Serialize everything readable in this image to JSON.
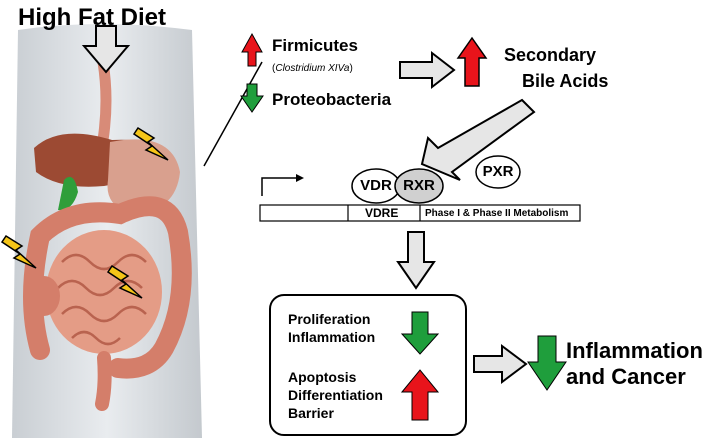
{
  "diagram": {
    "title": "High Fat Diet",
    "firmicutes": "Firmicutes",
    "firmicutes_sub_open": "(",
    "firmicutes_sub_italic": "Clostridium XIVa",
    "firmicutes_sub_close": ")",
    "proteobacteria": "Proteobacteria",
    "secondary_line1": "Secondary",
    "secondary_line2": "Bile Acids",
    "receptors": {
      "vdr": "VDR",
      "rxr": "RXR",
      "pxr": "PXR"
    },
    "gene": {
      "element": "VDRE",
      "metabolism": "Phase I & Phase II Metabolism"
    },
    "decreased": [
      "Proliferation",
      "Inflammation"
    ],
    "increased": [
      "Apoptosis",
      "Differentiation",
      "Barrier"
    ],
    "outcome_line1": "Inflammation",
    "outcome_line2": "and Cancer"
  },
  "colors": {
    "up_arrow": "#e8141b",
    "down_arrow": "#1f9e3c",
    "flow_arrow": "#e6e6e6",
    "lightning": "#f5c518",
    "rxr_fill": "#d0d0d0"
  }
}
